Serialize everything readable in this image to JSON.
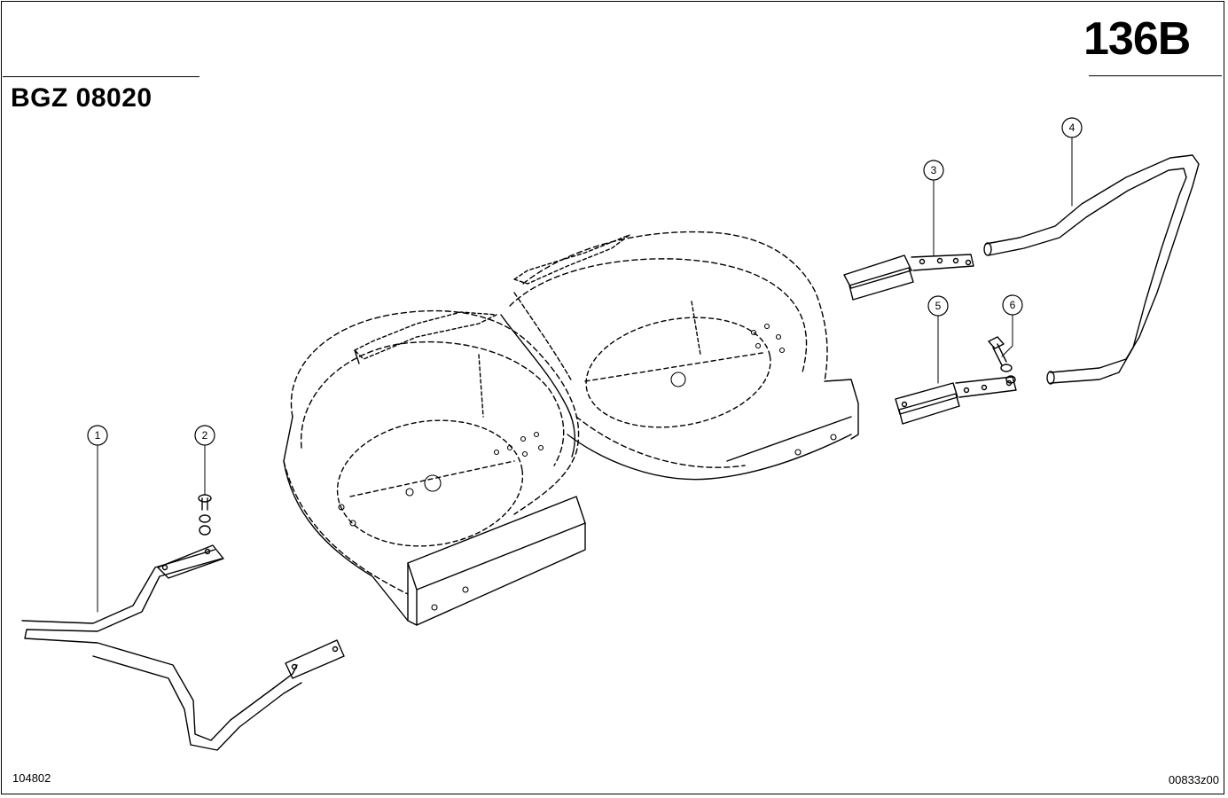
{
  "header": {
    "page_number": "136B",
    "model_code": "BGZ 08020"
  },
  "footer": {
    "left_reference": "104802",
    "right_reference": "00833z00"
  },
  "callouts": [
    {
      "number": "1",
      "part": "front-guard-bar"
    },
    {
      "number": "2",
      "part": "bolt-washer-nut"
    },
    {
      "number": "3",
      "part": "mounting-bracket"
    },
    {
      "number": "4",
      "part": "rear-guard-bar"
    },
    {
      "number": "5",
      "part": "mounting-bracket"
    },
    {
      "number": "6",
      "part": "bolt-washer-nut"
    }
  ]
}
